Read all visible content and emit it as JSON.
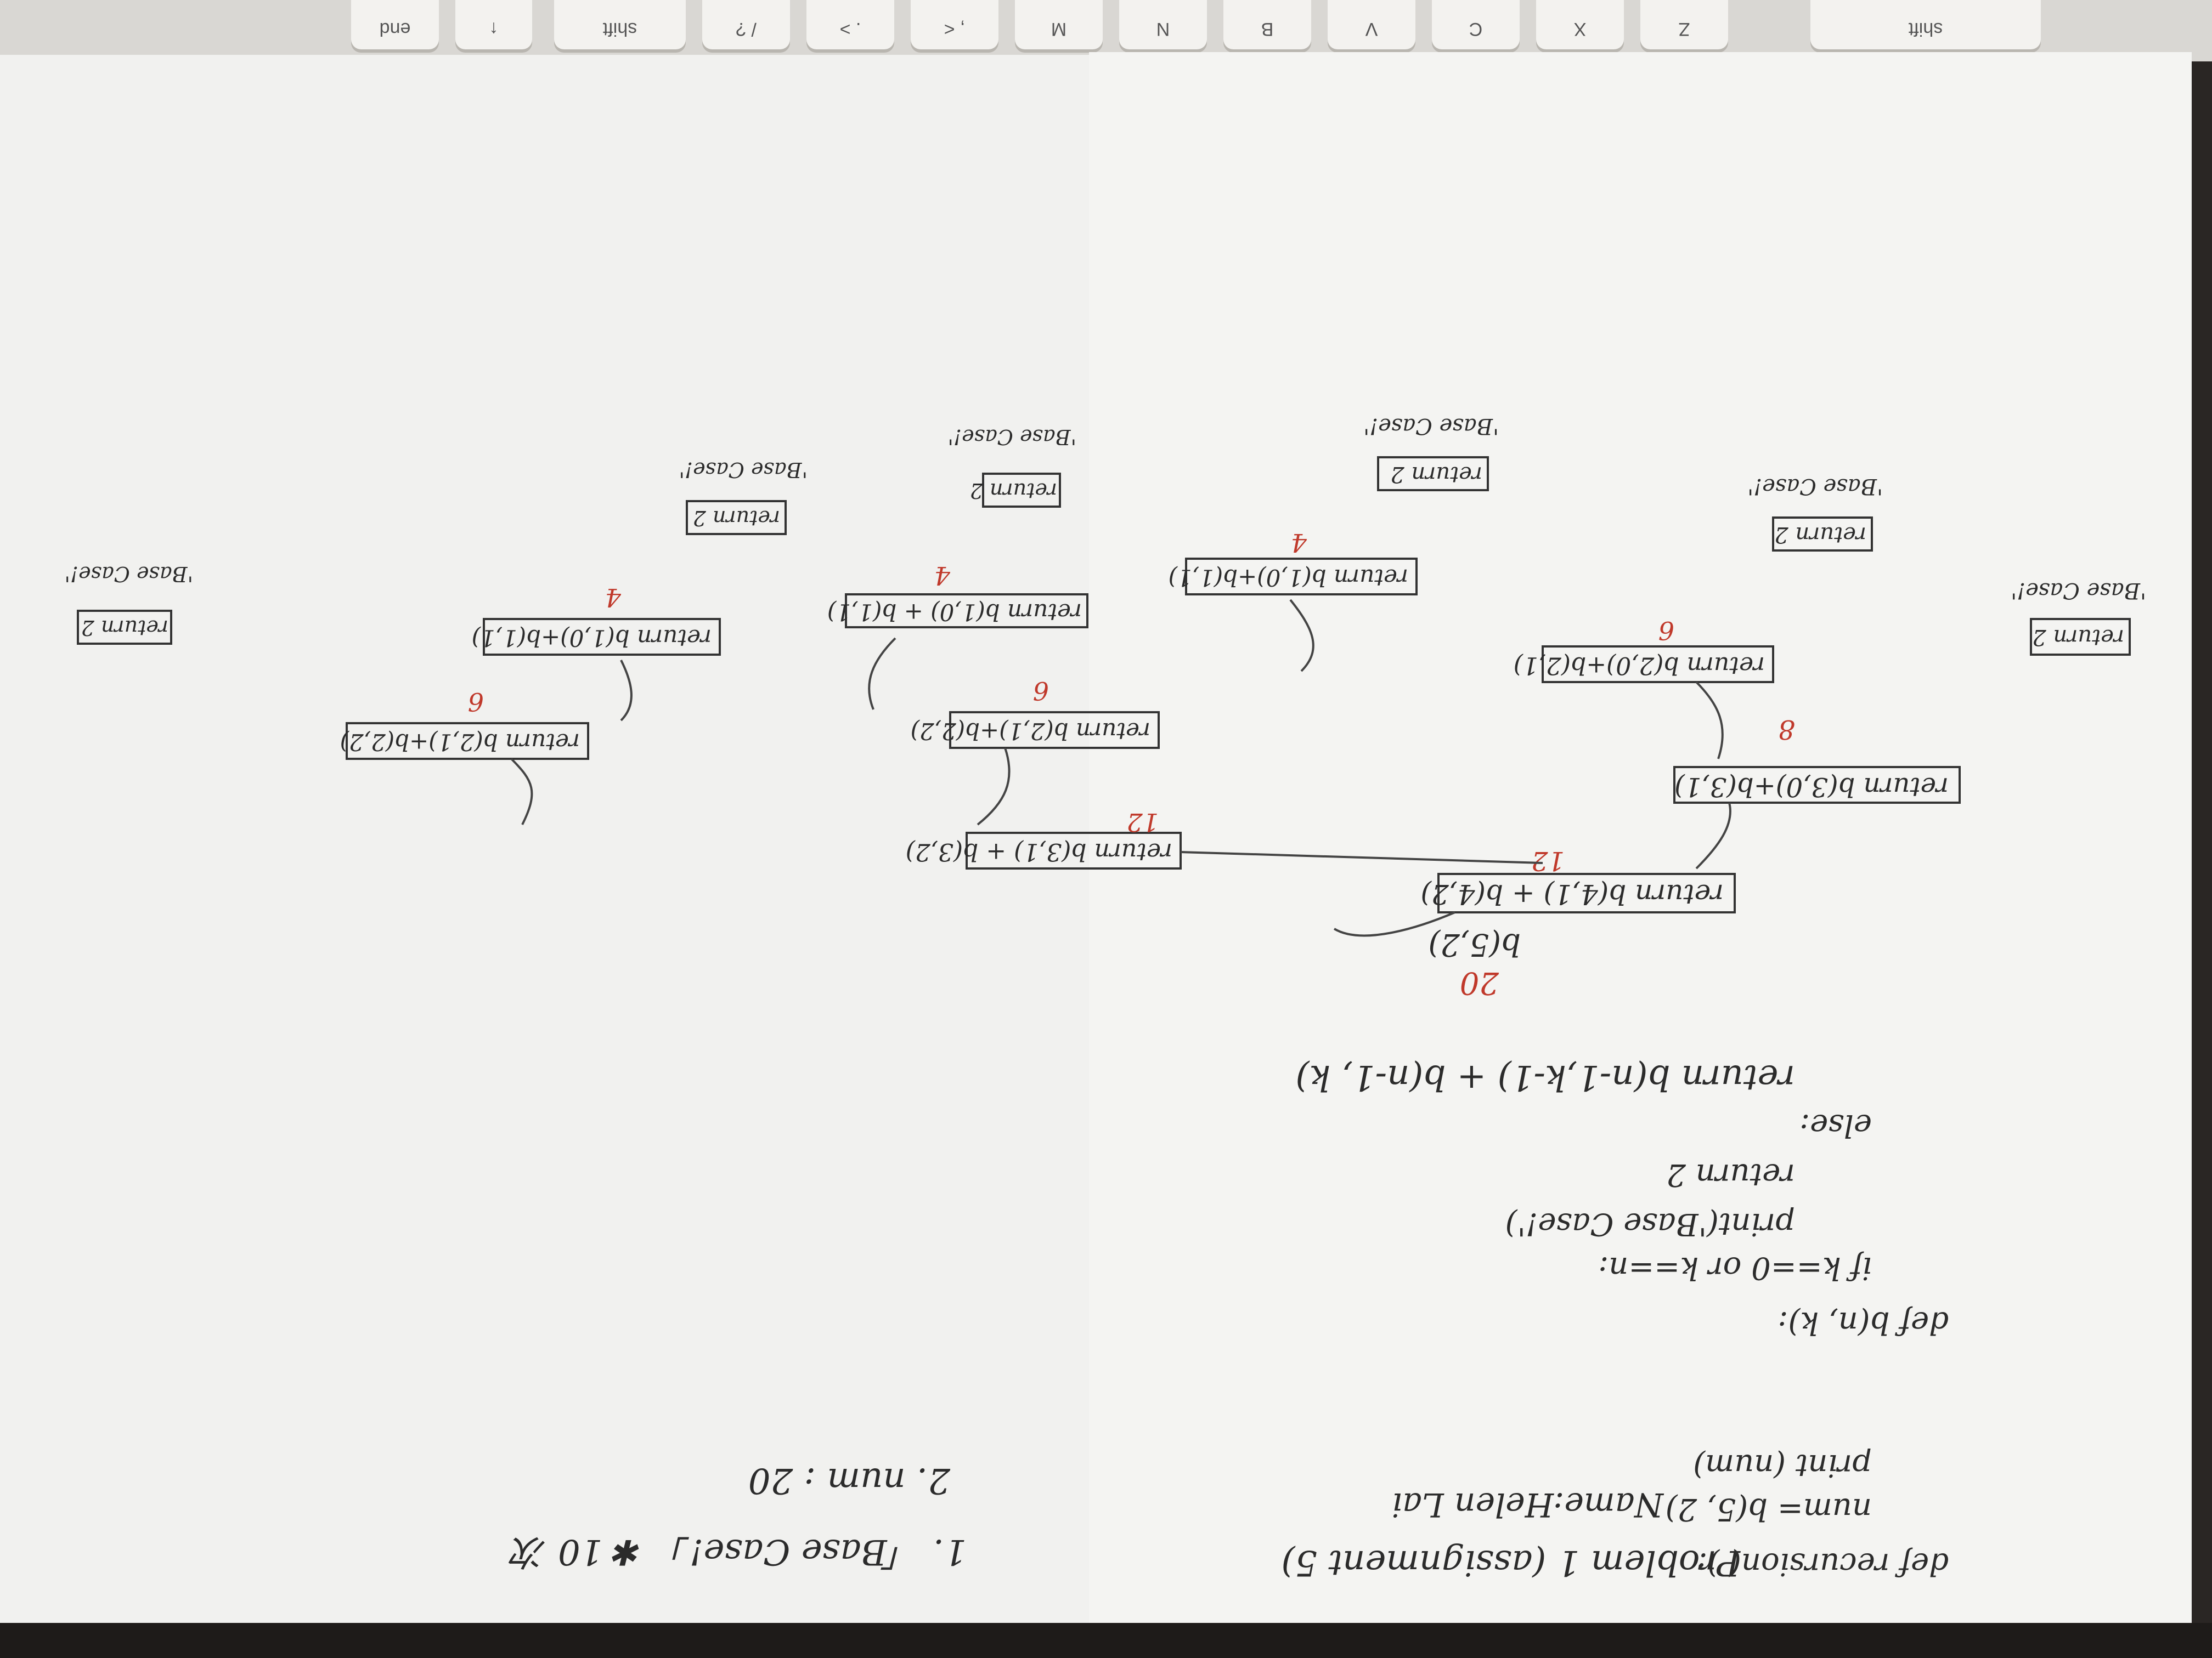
{
  "keyboard": {
    "keys": [
      "end",
      "↑",
      "shift",
      "/ ?",
      ". >",
      ", <",
      "M",
      "N",
      "B",
      "V",
      "C",
      "X",
      "Z",
      "shift"
    ]
  },
  "header": {
    "title": "Problem 1 (assignment 5)",
    "name_label": "Name:",
    "name_value": "Helen Lai"
  },
  "answers": {
    "line1": "1. 「Base Case!」 ✱ 10 次",
    "line2": "2. num : 20"
  },
  "code": {
    "lines": [
      "def recursion( ):",
      "num= b(5, 2)",
      "print (num)",
      "def b(n, k):",
      "if k==0 or k==n:",
      "print('Base Case!')",
      "return 2",
      "else:",
      "return b(n-1,k-1) + b(n-1, k)"
    ]
  },
  "trace": {
    "root_call": "b(5,2)",
    "root_value": "20",
    "nodes": [
      {
        "expr": "return b(4,1) + b(4,2)",
        "value": "12"
      },
      {
        "expr": "return b(3,0)+b(3,1)",
        "value": "8"
      },
      {
        "expr": "return b(3,1) + b(3,2)",
        "value": "12"
      },
      {
        "expr": "return b(2,0)+b(2,1)",
        "value": "6"
      },
      {
        "expr": "return b(2,1)+b(2,2)",
        "value": "6"
      },
      {
        "expr": "return b(1,0)+b(1,1)",
        "value": "4"
      },
      {
        "expr": "return b(1,0) + b(1,1)",
        "value": "4"
      },
      {
        "expr": "return b(2,1)+b(2,2)",
        "value": "6"
      },
      {
        "expr": "return b(1,0)+b(1,1)",
        "value": "4"
      }
    ],
    "base_return": "return 2",
    "base_label": "'Base Case!'"
  }
}
